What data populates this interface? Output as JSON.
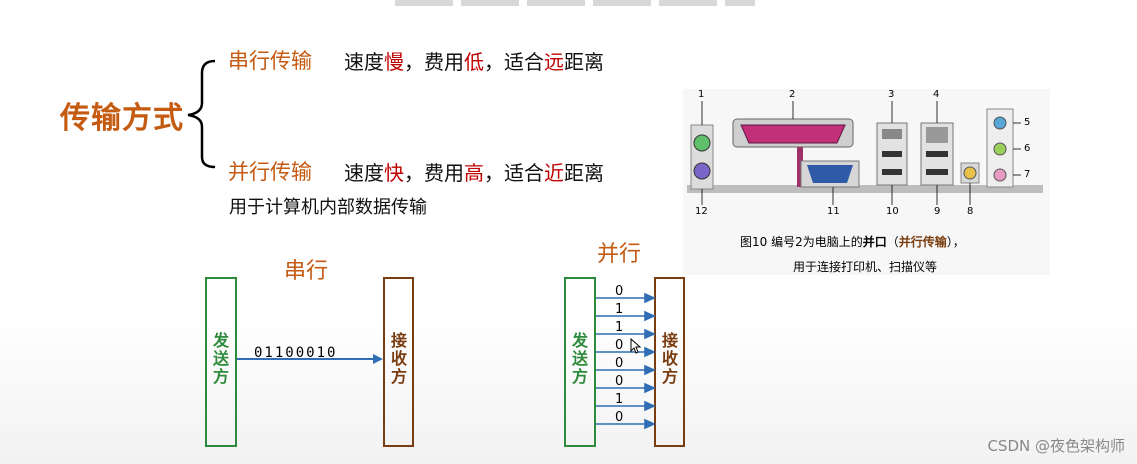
{
  "main_title": "传输方式",
  "serial": {
    "label": "串行传输",
    "desc_parts": [
      "速度",
      "慢",
      "，费用",
      "低",
      "，适合",
      "远",
      "距离"
    ]
  },
  "parallel": {
    "label": "并行传输",
    "desc_parts": [
      "速度",
      "快",
      "，费用",
      "高",
      "，适合",
      "近",
      "距离"
    ],
    "usage": "用于计算机内部数据传输"
  },
  "serial_diagram": {
    "title": "串行",
    "sender": [
      "发",
      "送",
      "方"
    ],
    "receiver": [
      "接",
      "收",
      "方"
    ],
    "bits": "01100010"
  },
  "parallel_diagram": {
    "title": "并行",
    "sender": [
      "发",
      "送",
      "方"
    ],
    "receiver": [
      "接",
      "收",
      "方"
    ],
    "bits": [
      "0",
      "1",
      "1",
      "0",
      "0",
      "0",
      "1",
      "0"
    ]
  },
  "ports_figure": {
    "numbers_top": [
      "1",
      "2",
      "3",
      "4",
      "5",
      "6",
      "7"
    ],
    "numbers_bottom": [
      "12",
      "11",
      "10",
      "9",
      "8"
    ],
    "caption_prefix": "图10  编号2为电脑上的",
    "caption_bold1": "并口",
    "caption_mid": "（",
    "caption_bold2": "并行传输",
    "caption_suffix": "），",
    "caption_line2": "用于连接打印机、扫描仪等"
  },
  "watermark": "CSDN @夜色架构师",
  "colors": {
    "accent_orange": "#c55a11",
    "highlight_red": "#c00000",
    "sender_green": "#2e8b3c",
    "receiver_brown": "#7a3d10",
    "arrow_blue": "#2f6db5"
  }
}
